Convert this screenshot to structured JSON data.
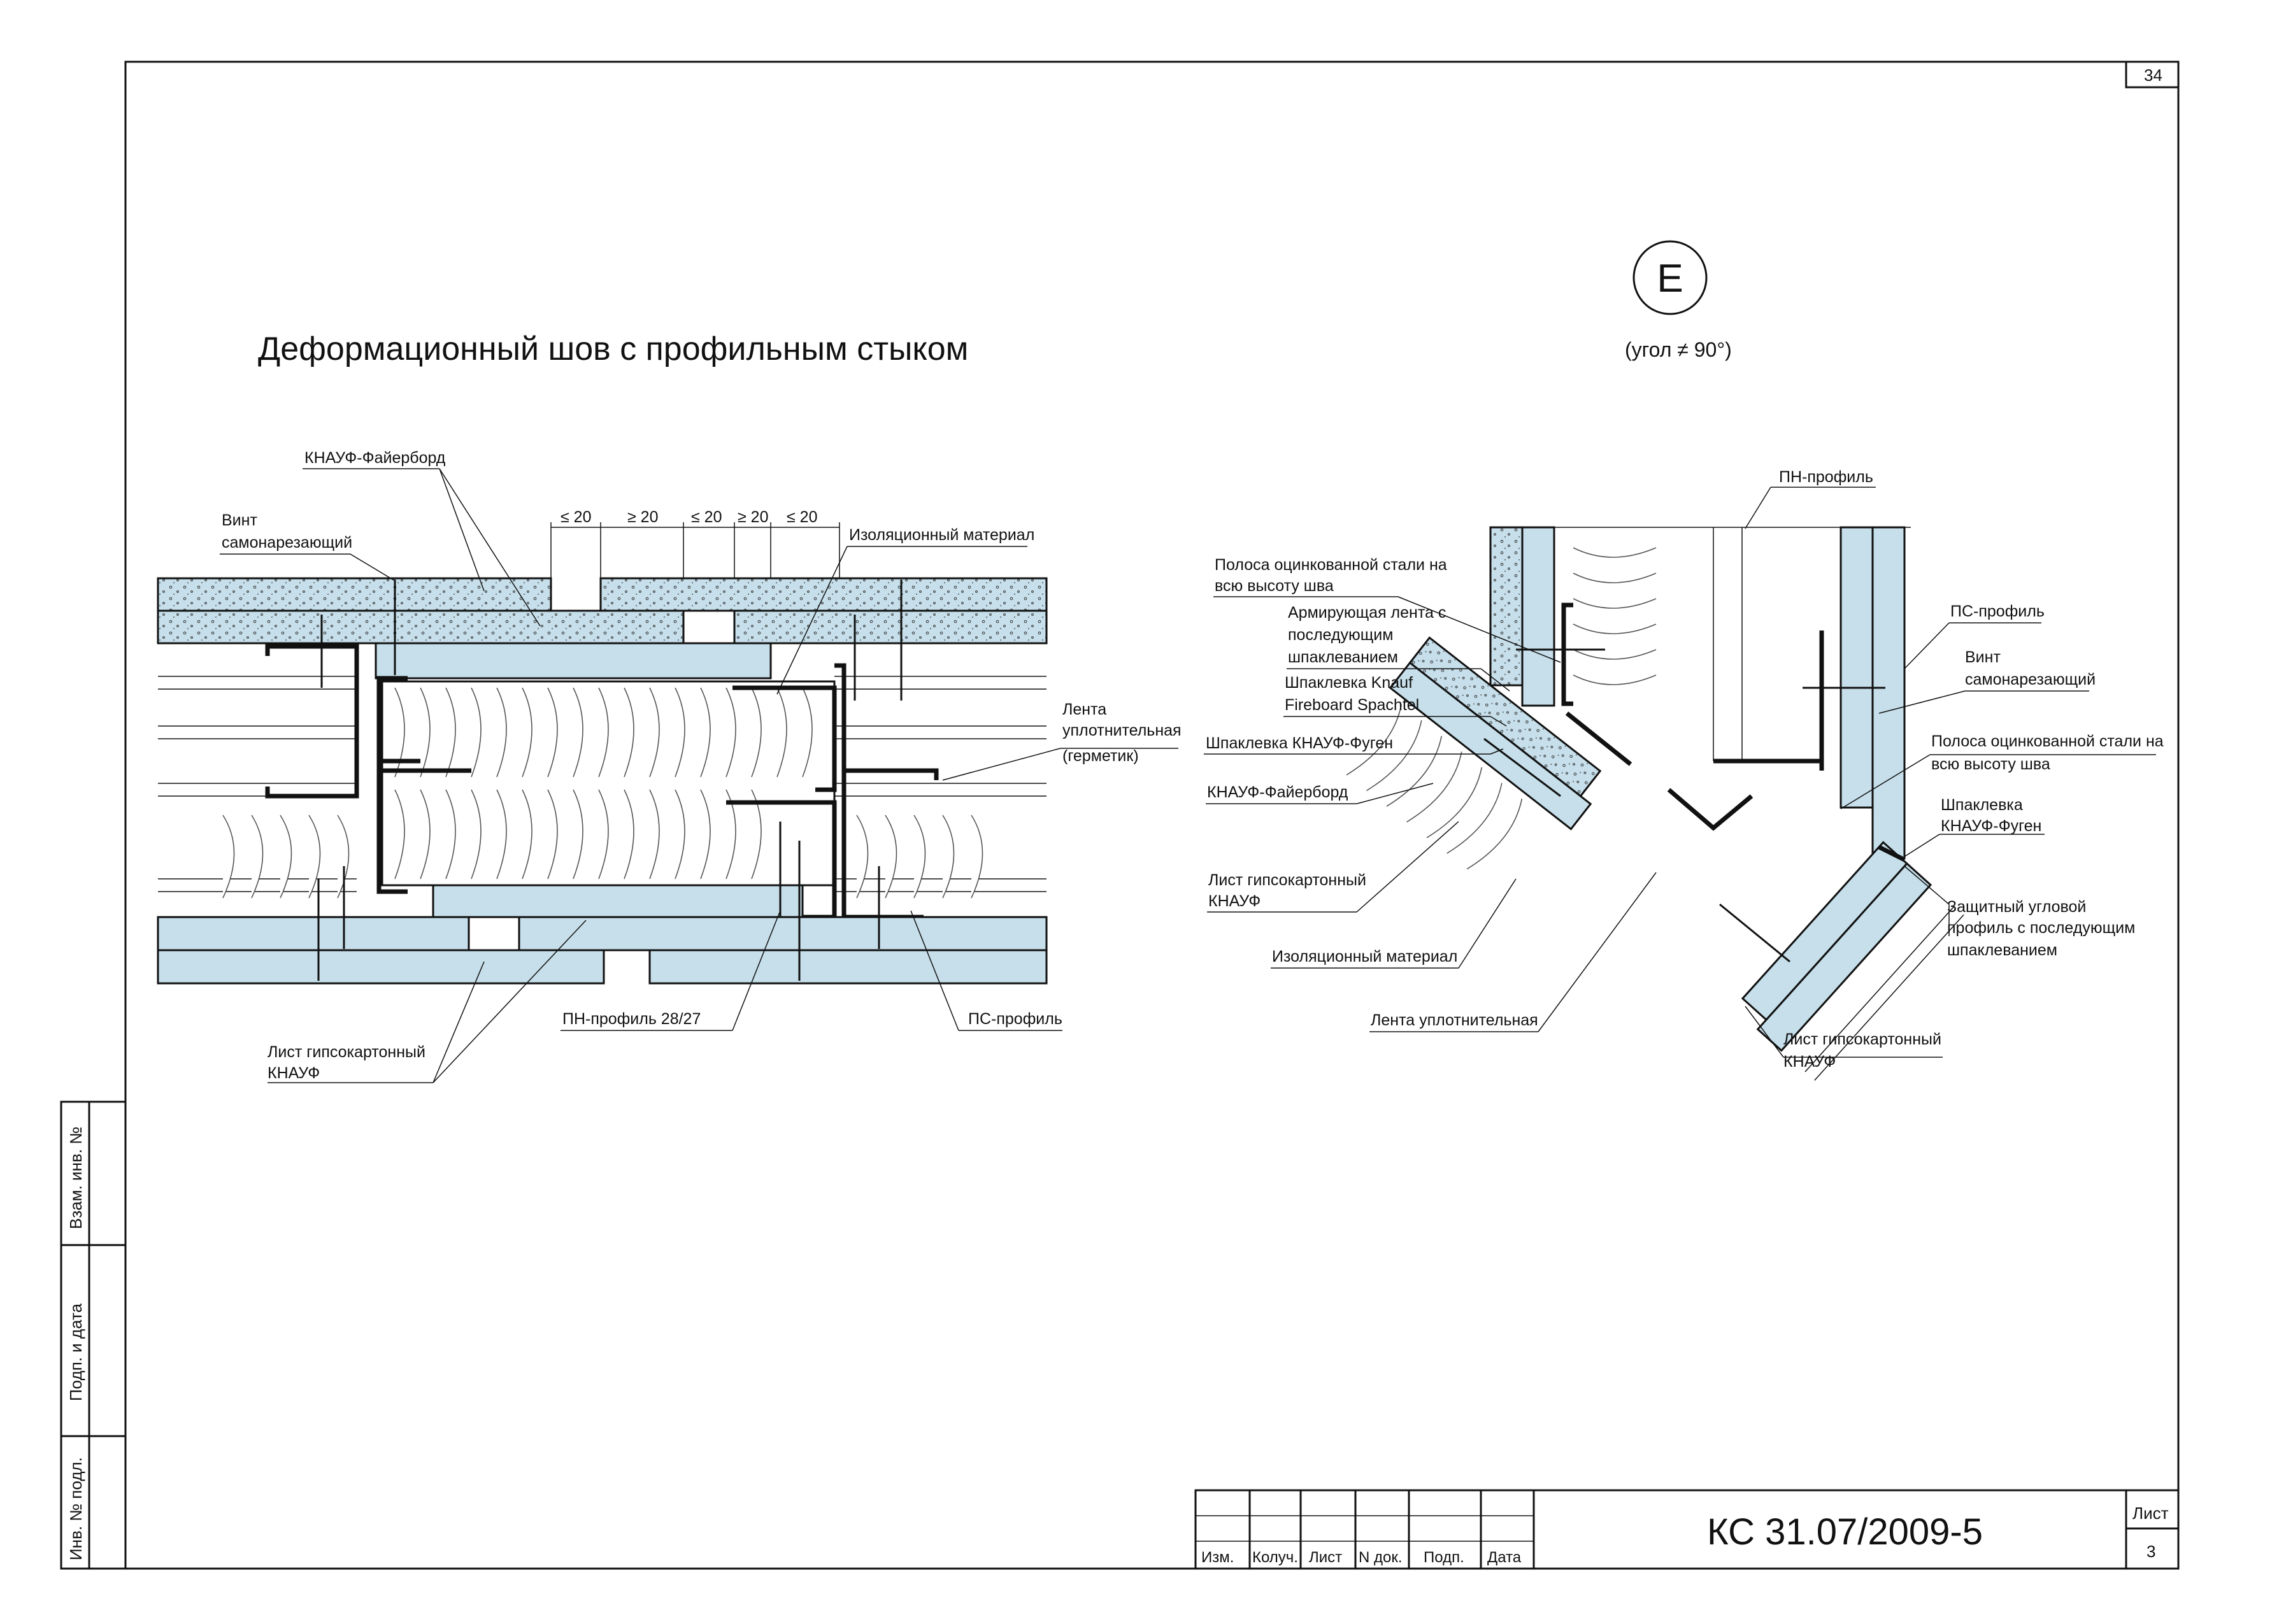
{
  "sheet": {
    "page_number": "34",
    "title": "Деформационный шов с профильным стыком",
    "node_letter": "Е",
    "angle_note": "(угол ≠ 90°)",
    "document_code": "КС 31.07/2009-5",
    "sheet_label": "Лист",
    "sheet_number": "3"
  },
  "side_stamp": {
    "f1": "Взам. инв. №",
    "f2": "Подп. и дата",
    "f3": "Инв. № подл."
  },
  "title_block": {
    "columns": [
      "Изм.",
      "Колуч.",
      "Лист",
      "N док.",
      "Подп.",
      "Дата"
    ]
  },
  "left_detail": {
    "dims": [
      "≤ 20",
      "≥ 20",
      "≤ 20",
      "≥ 20",
      "≤ 20"
    ],
    "labels": {
      "fireboard": "КНАУФ-Файерборд",
      "screw_l1": "Винт",
      "screw_l2": "самонарезающий",
      "insulation": "Изоляционный материал",
      "tape_l1": "Лента",
      "tape_l2": "уплотнительная",
      "tape_l3": "(герметик)",
      "pn_profile": "ПН-профиль 28/27",
      "ps_profile": "ПС-профиль",
      "gkl_l1": "Лист гипсокартонный",
      "gkl_l2": "КНАУФ"
    }
  },
  "right_detail": {
    "labels": {
      "pn_profile": "ПН-профиль",
      "steel_strip_l1": "Полоса оцинкованной стали на",
      "steel_strip_l2": "всю высоту шва",
      "tape_l1": "Армирующая лента с",
      "tape_l2": "последующим",
      "tape_l3": "шпаклеванием",
      "putty_fb_l1": "Шпаклевка Knauf",
      "putty_fb_l2": "Fireboard Spachtel",
      "putty_fugen": "Шпаклевка КНАУФ-Фуген",
      "fireboard": "КНАУФ-Файерборд",
      "gkl_l1": "Лист гипсокартонный",
      "gkl_l2": "КНАУФ",
      "insulation": "Изоляционный материал",
      "seal_tape": "Лента уплотнительная",
      "ps_profile": "ПС-профиль",
      "screw_l1": "Винт",
      "screw_l2": "самонарезающий",
      "steel_strip2_l1": "Полоса оцинкованной стали на",
      "steel_strip2_l2": "всю высоту шва",
      "putty2_l1": "Шпаклевка",
      "putty2_l2": "КНАУФ-Фуген",
      "corner_l1": "Защитный угловой",
      "corner_l2": "профиль с последующим",
      "corner_l3": "шпаклеванием",
      "gkl2_l1": "Лист гипсокартонный",
      "gkl2_l2": "КНАУФ"
    }
  },
  "colors": {
    "board_fill": "#c6dfea",
    "line": "#111111"
  }
}
